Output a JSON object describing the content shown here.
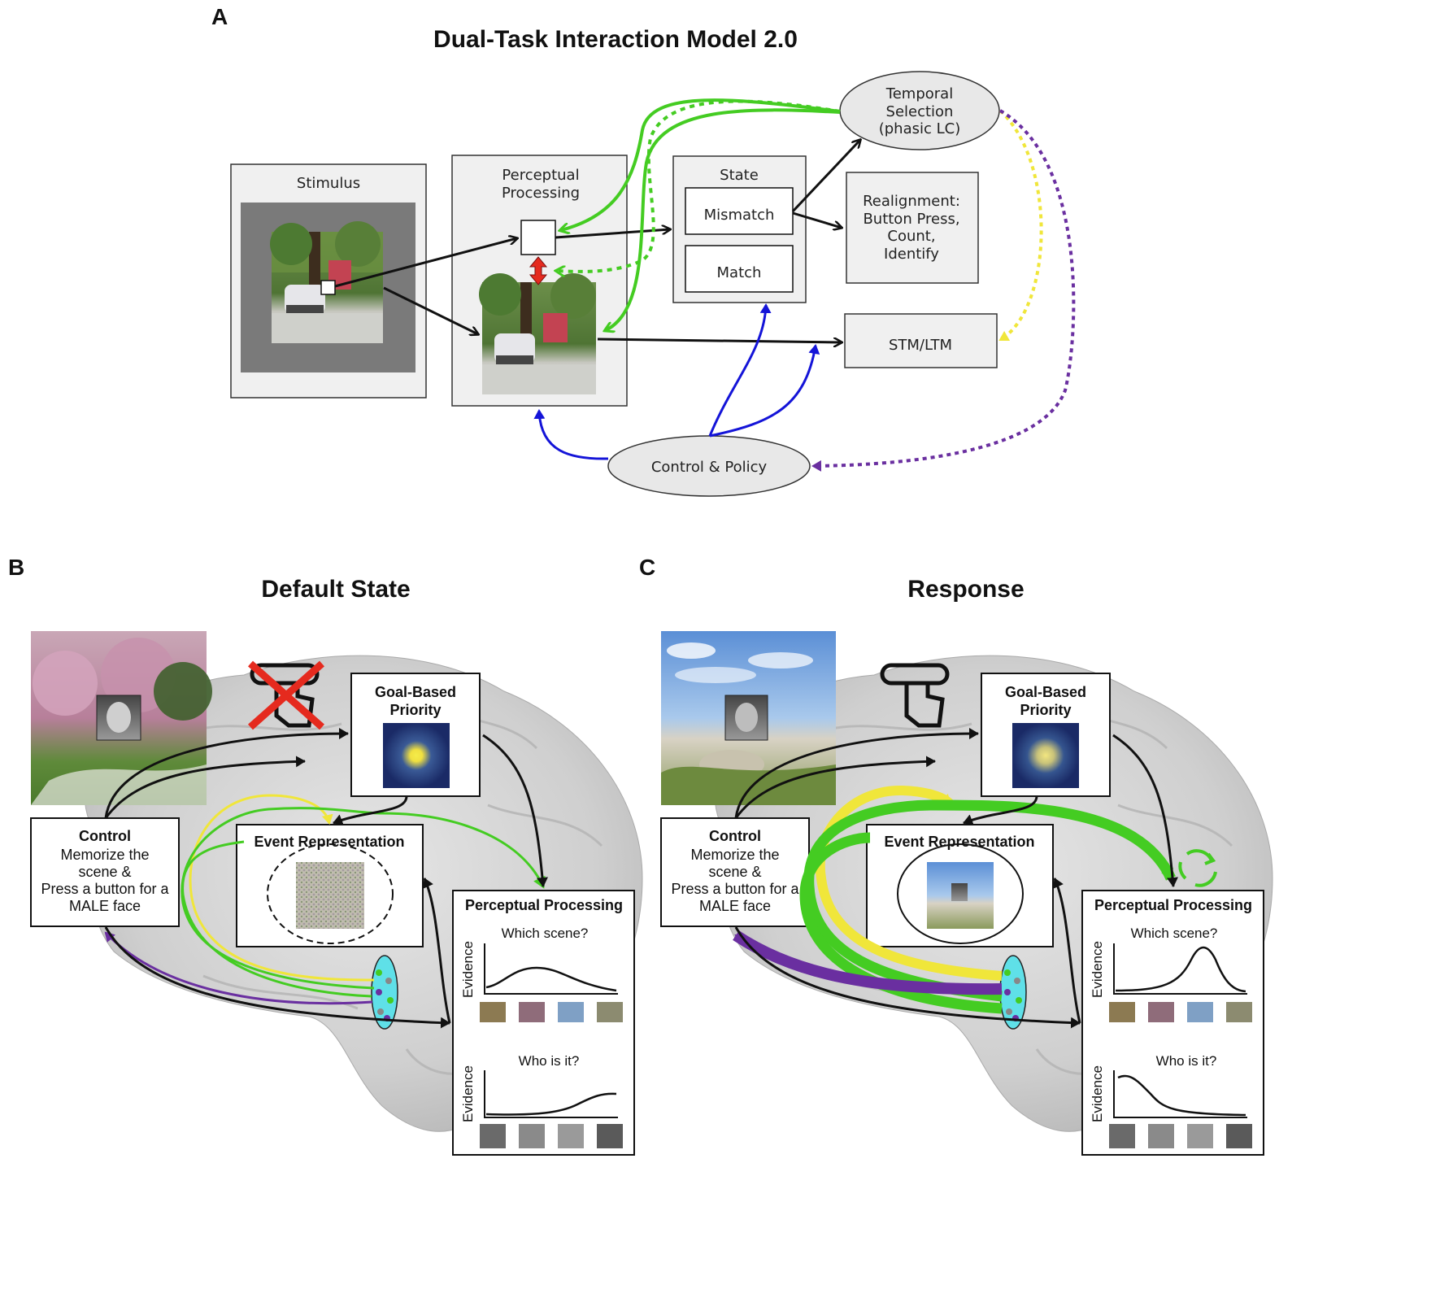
{
  "panel_a": {
    "letter": "A",
    "title": "Dual-Task Interaction Model 2.0",
    "stimulus": "Stimulus",
    "perceptual_line1": "Perceptual",
    "perceptual_line2": "Processing",
    "state": "State",
    "mismatch": "Mismatch",
    "match": "Match",
    "temporal_line1": "Temporal",
    "temporal_line2": "Selection",
    "temporal_line3": "(phasic LC)",
    "realign_line1": "Realignment:",
    "realign_line2": "Button Press,",
    "realign_line3": "Count,",
    "realign_line4": "Identify",
    "stm": "STM/LTM",
    "control": "Control & Policy"
  },
  "panel_b": {
    "letter": "B",
    "title": "Default State",
    "goal_line1": "Goal-Based",
    "goal_line2": "Priority",
    "control_title": "Control",
    "control_line1": "Memorize the",
    "control_line2": "scene &",
    "control_line3": "Press a button for a",
    "control_line4": "MALE face",
    "event": "Event Representation",
    "perceptual": "Perceptual Processing",
    "q_scene": "Which scene?",
    "q_face": "Who is it?",
    "evidence1": "Evidence",
    "evidence2": "Evidence"
  },
  "panel_c": {
    "letter": "C",
    "title": "Response",
    "goal_line1": "Goal-Based",
    "goal_line2": "Priority",
    "control_title": "Control",
    "control_line1": "Memorize the",
    "control_line2": "scene &",
    "control_line3": "Press a button for a",
    "control_line4": "MALE face",
    "event": "Event Representation",
    "perceptual": "Perceptual Processing",
    "q_scene": "Which scene?",
    "q_face": "Who is it?",
    "evidence1": "Evidence",
    "evidence2": "Evidence"
  },
  "colors": {
    "green": "#44cc22",
    "yellow": "#f0e63a",
    "purple": "#6a2fa0",
    "blue": "#1414d8",
    "red": "#e52a1e",
    "box_fill": "#f0f0f0",
    "oval_fill": "#e8e8e8",
    "priority_bg": "#1a2a66",
    "priority_glow": "#f5ec4a"
  }
}
